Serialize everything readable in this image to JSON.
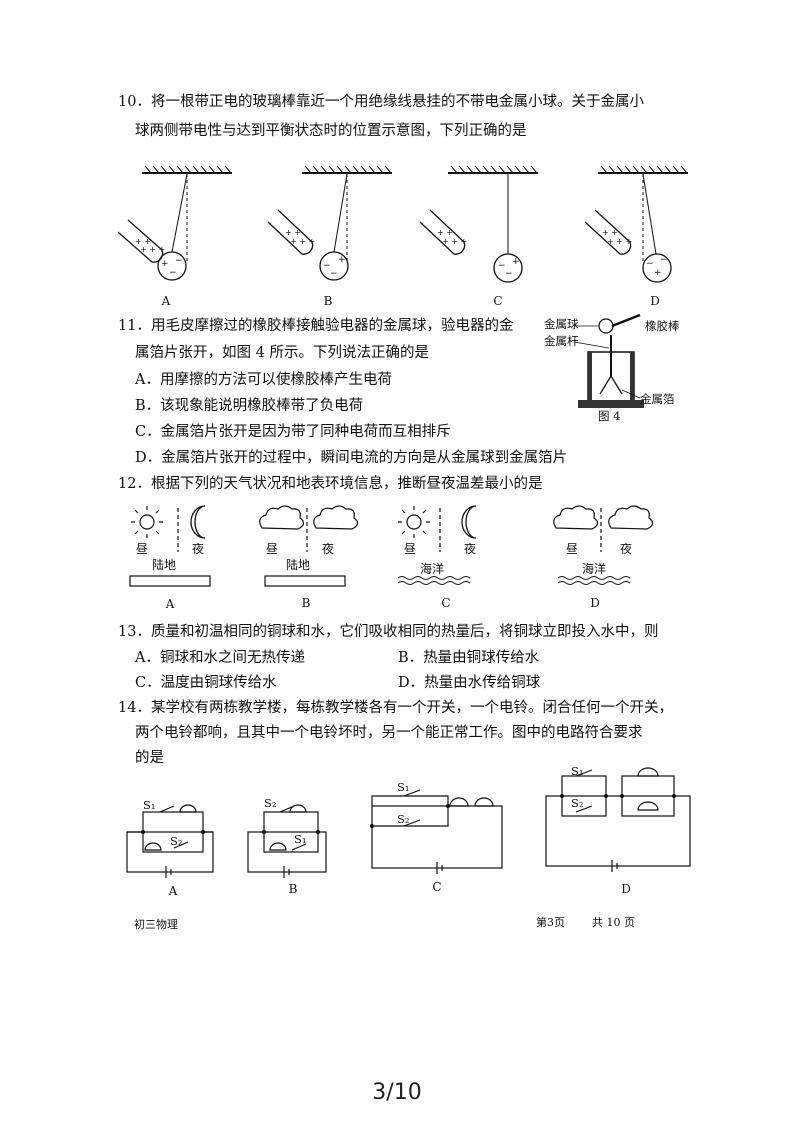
{
  "q10": {
    "line1": "10．将一根带正电的玻璃棒靠近一个用绝缘线悬挂的不带电金属小球。关于金属小",
    "line2": "球两侧带电性与达到平衡状态时的位置示意图，下列正确的是",
    "labels": [
      "A",
      "B",
      "C",
      "D"
    ]
  },
  "q11": {
    "line1": "11．用毛皮摩擦过的橡胶棒接触验电器的金属球，验电器的金",
    "line2": "属箔片张开，如图 4 所示。下列说法正确的是",
    "optA": "A．用摩擦的方法可以使橡胶棒产生电荷",
    "optB": "B．该现象能说明橡胶棒带了负电荷",
    "optC": "C．金属箔片张开是因为带了同种电荷而互相排斥",
    "optD": "D．金属箔片张开的过程中，瞬间电流的方向是从金属球到金属箔片",
    "fig": {
      "ball": "金属球",
      "rod": "橡胶棒",
      "stem": "金属杆",
      "foil": "金属箔",
      "caption": "图 4"
    }
  },
  "q12": {
    "line1": "12．根据下列的天气状况和地表环境信息，推断昼夜温差最小的是",
    "day": "昼",
    "night": "夜",
    "land": "陆地",
    "ocean": "海洋",
    "labels": [
      "A",
      "B",
      "C",
      "D"
    ]
  },
  "q13": {
    "line1": "13．质量和初温相同的铜球和水，它们吸收相同的热量后，将铜球立即投入水中，则",
    "optA": "A．铜球和水之间无热传递",
    "optB": "B．热量由铜球传给水",
    "optC": "C．温度由铜球传给水",
    "optD": "D．热量由水传给铜球"
  },
  "q14": {
    "line1": "14．某学校有两栋教学楼，每栋教学楼各有一个开关，一个电铃。闭合任何一个开关，",
    "line2": "两个电铃都响，且其中一个电铃坏时，另一个能正常工作。图中的电路符合要求",
    "line3": "的是",
    "s1": "S₁",
    "s2": "S₂",
    "labels": [
      "A",
      "B",
      "C",
      "D"
    ]
  },
  "footer": {
    "left": "初三物理",
    "page": "第3页",
    "total": "共 10 页"
  },
  "page_counter": "3/10"
}
